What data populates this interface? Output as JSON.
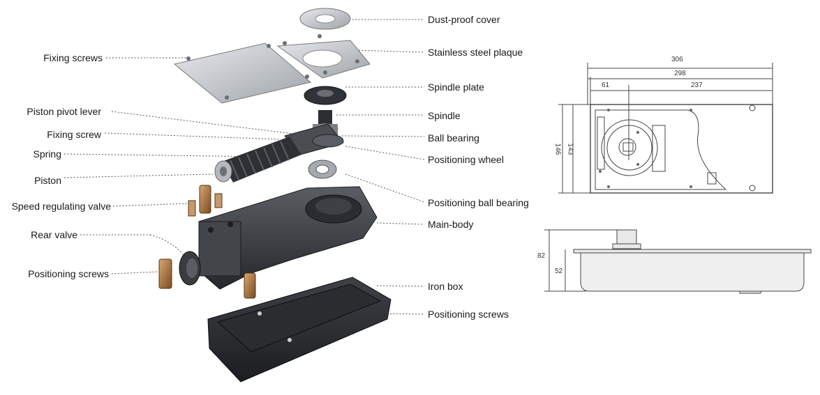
{
  "exploded_view": {
    "left_labels": [
      "Fixing screws",
      "Piston pivot lever",
      "Fixing screw",
      "Spring",
      "Piston",
      "Speed regulating valve",
      "Rear valve",
      "Positioning screws"
    ],
    "right_labels": [
      "Dust-proof cover",
      "Stainless steel plaque",
      "Spindle plate",
      "Spindle",
      "Ball bearing",
      "Positioning wheel",
      "Positioning ball bearing",
      "Main-body",
      "Iron box",
      "Positioning screws"
    ]
  },
  "top_view": {
    "dim_overall_width": "306",
    "dim_inner_width": "298",
    "dim_offset": "61",
    "dim_remaining": "237",
    "dim_overall_height": "146",
    "dim_inner_height": "143"
  },
  "side_view": {
    "dim_total_height": "82",
    "dim_box_height": "52"
  },
  "colors": {
    "body_dark": "#3c3f44",
    "plate_steel": "#c9cdd2",
    "leader": "#555555",
    "drawing_line": "#444444"
  }
}
